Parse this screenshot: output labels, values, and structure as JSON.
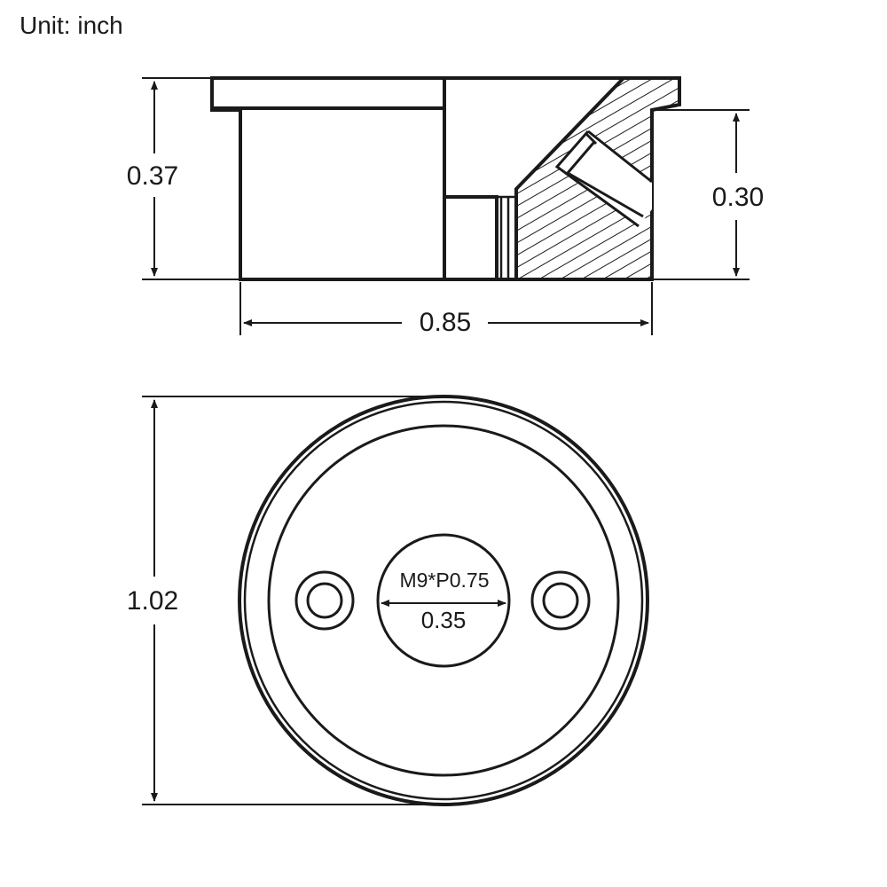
{
  "unit_label": "Unit: inch",
  "dimensions": {
    "side_height": "0.37",
    "side_inner_height": "0.30",
    "side_width": "0.85",
    "top_diameter": "1.02",
    "thread_spec": "M9*P0.75",
    "thread_diameter": "0.35"
  }
}
